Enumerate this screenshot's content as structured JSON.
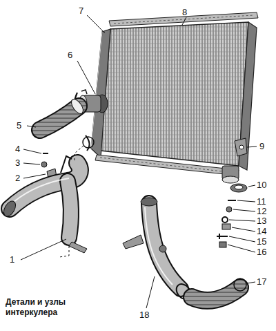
{
  "diagram": {
    "caption": "Детали и узлы интеркулера",
    "labels": [
      "1",
      "2",
      "3",
      "4",
      "5",
      "6",
      "7",
      "8",
      "9",
      "10",
      "11",
      "12",
      "13",
      "14",
      "15",
      "16",
      "17",
      "18"
    ]
  }
}
